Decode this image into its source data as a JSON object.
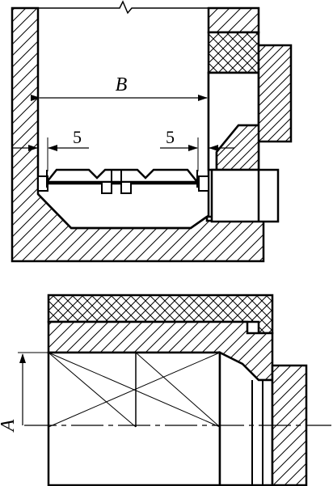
{
  "labels": {
    "width_dim": "B",
    "left_gap_dim": "5",
    "right_gap_dim": "5",
    "axis_label": "A"
  }
}
